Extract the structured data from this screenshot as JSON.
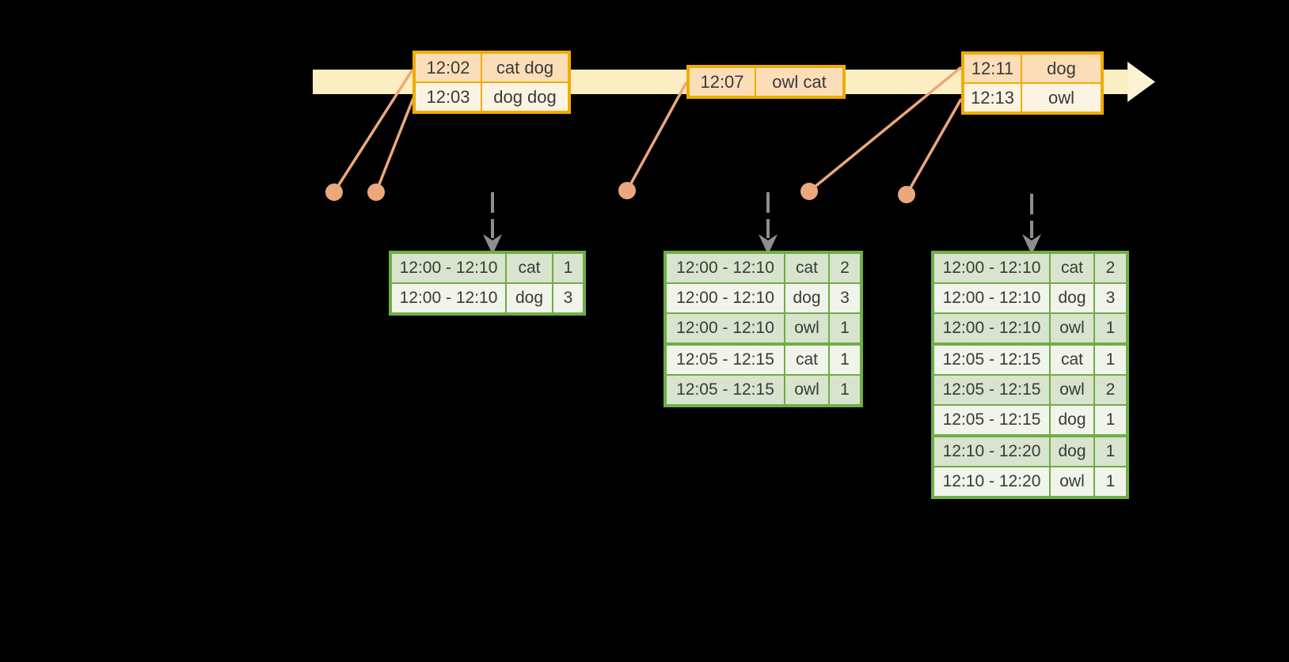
{
  "colors": {
    "background": "#000000",
    "timeline_fill": "#FBEEC3",
    "event_border": "#EFAC00",
    "event_row_dark": "#FBDEB8",
    "event_row_light": "#FDF3E2",
    "result_border": "#70AD47",
    "result_row_dark": "#D8E4CD",
    "result_row_light": "#F0F4EB",
    "connector": "#ECA87C",
    "trigger_arrow": "#8E8E8E",
    "text": "#3A3A3A"
  },
  "timeline": {
    "event_tables": [
      {
        "rows": [
          {
            "time": "12:02",
            "words": "cat dog"
          },
          {
            "time": "12:03",
            "words": "dog dog"
          }
        ]
      },
      {
        "rows": [
          {
            "time": "12:07",
            "words": "owl cat"
          }
        ]
      },
      {
        "rows": [
          {
            "time": "12:11",
            "words": "dog"
          },
          {
            "time": "12:13",
            "words": "owl"
          }
        ]
      }
    ]
  },
  "result_tables": [
    {
      "rows": [
        {
          "window": "12:00 - 12:10",
          "word": "cat",
          "count": "1"
        },
        {
          "window": "12:00 - 12:10",
          "word": "dog",
          "count": "3"
        }
      ]
    },
    {
      "rows": [
        {
          "window": "12:00 - 12:10",
          "word": "cat",
          "count": "2"
        },
        {
          "window": "12:00 - 12:10",
          "word": "dog",
          "count": "3"
        },
        {
          "window": "12:00 - 12:10",
          "word": "owl",
          "count": "1"
        },
        {
          "window": "12:05 - 12:15",
          "word": "cat",
          "count": "1"
        },
        {
          "window": "12:05 - 12:15",
          "word": "owl",
          "count": "1"
        }
      ]
    },
    {
      "rows": [
        {
          "window": "12:00 - 12:10",
          "word": "cat",
          "count": "2"
        },
        {
          "window": "12:00 - 12:10",
          "word": "dog",
          "count": "3"
        },
        {
          "window": "12:00 - 12:10",
          "word": "owl",
          "count": "1"
        },
        {
          "window": "12:05 - 12:15",
          "word": "cat",
          "count": "1"
        },
        {
          "window": "12:05 - 12:15",
          "word": "owl",
          "count": "2"
        },
        {
          "window": "12:05 - 12:15",
          "word": "dog",
          "count": "1"
        },
        {
          "window": "12:10 - 12:20",
          "word": "dog",
          "count": "1"
        },
        {
          "window": "12:10 - 12:20",
          "word": "owl",
          "count": "1"
        }
      ]
    }
  ]
}
